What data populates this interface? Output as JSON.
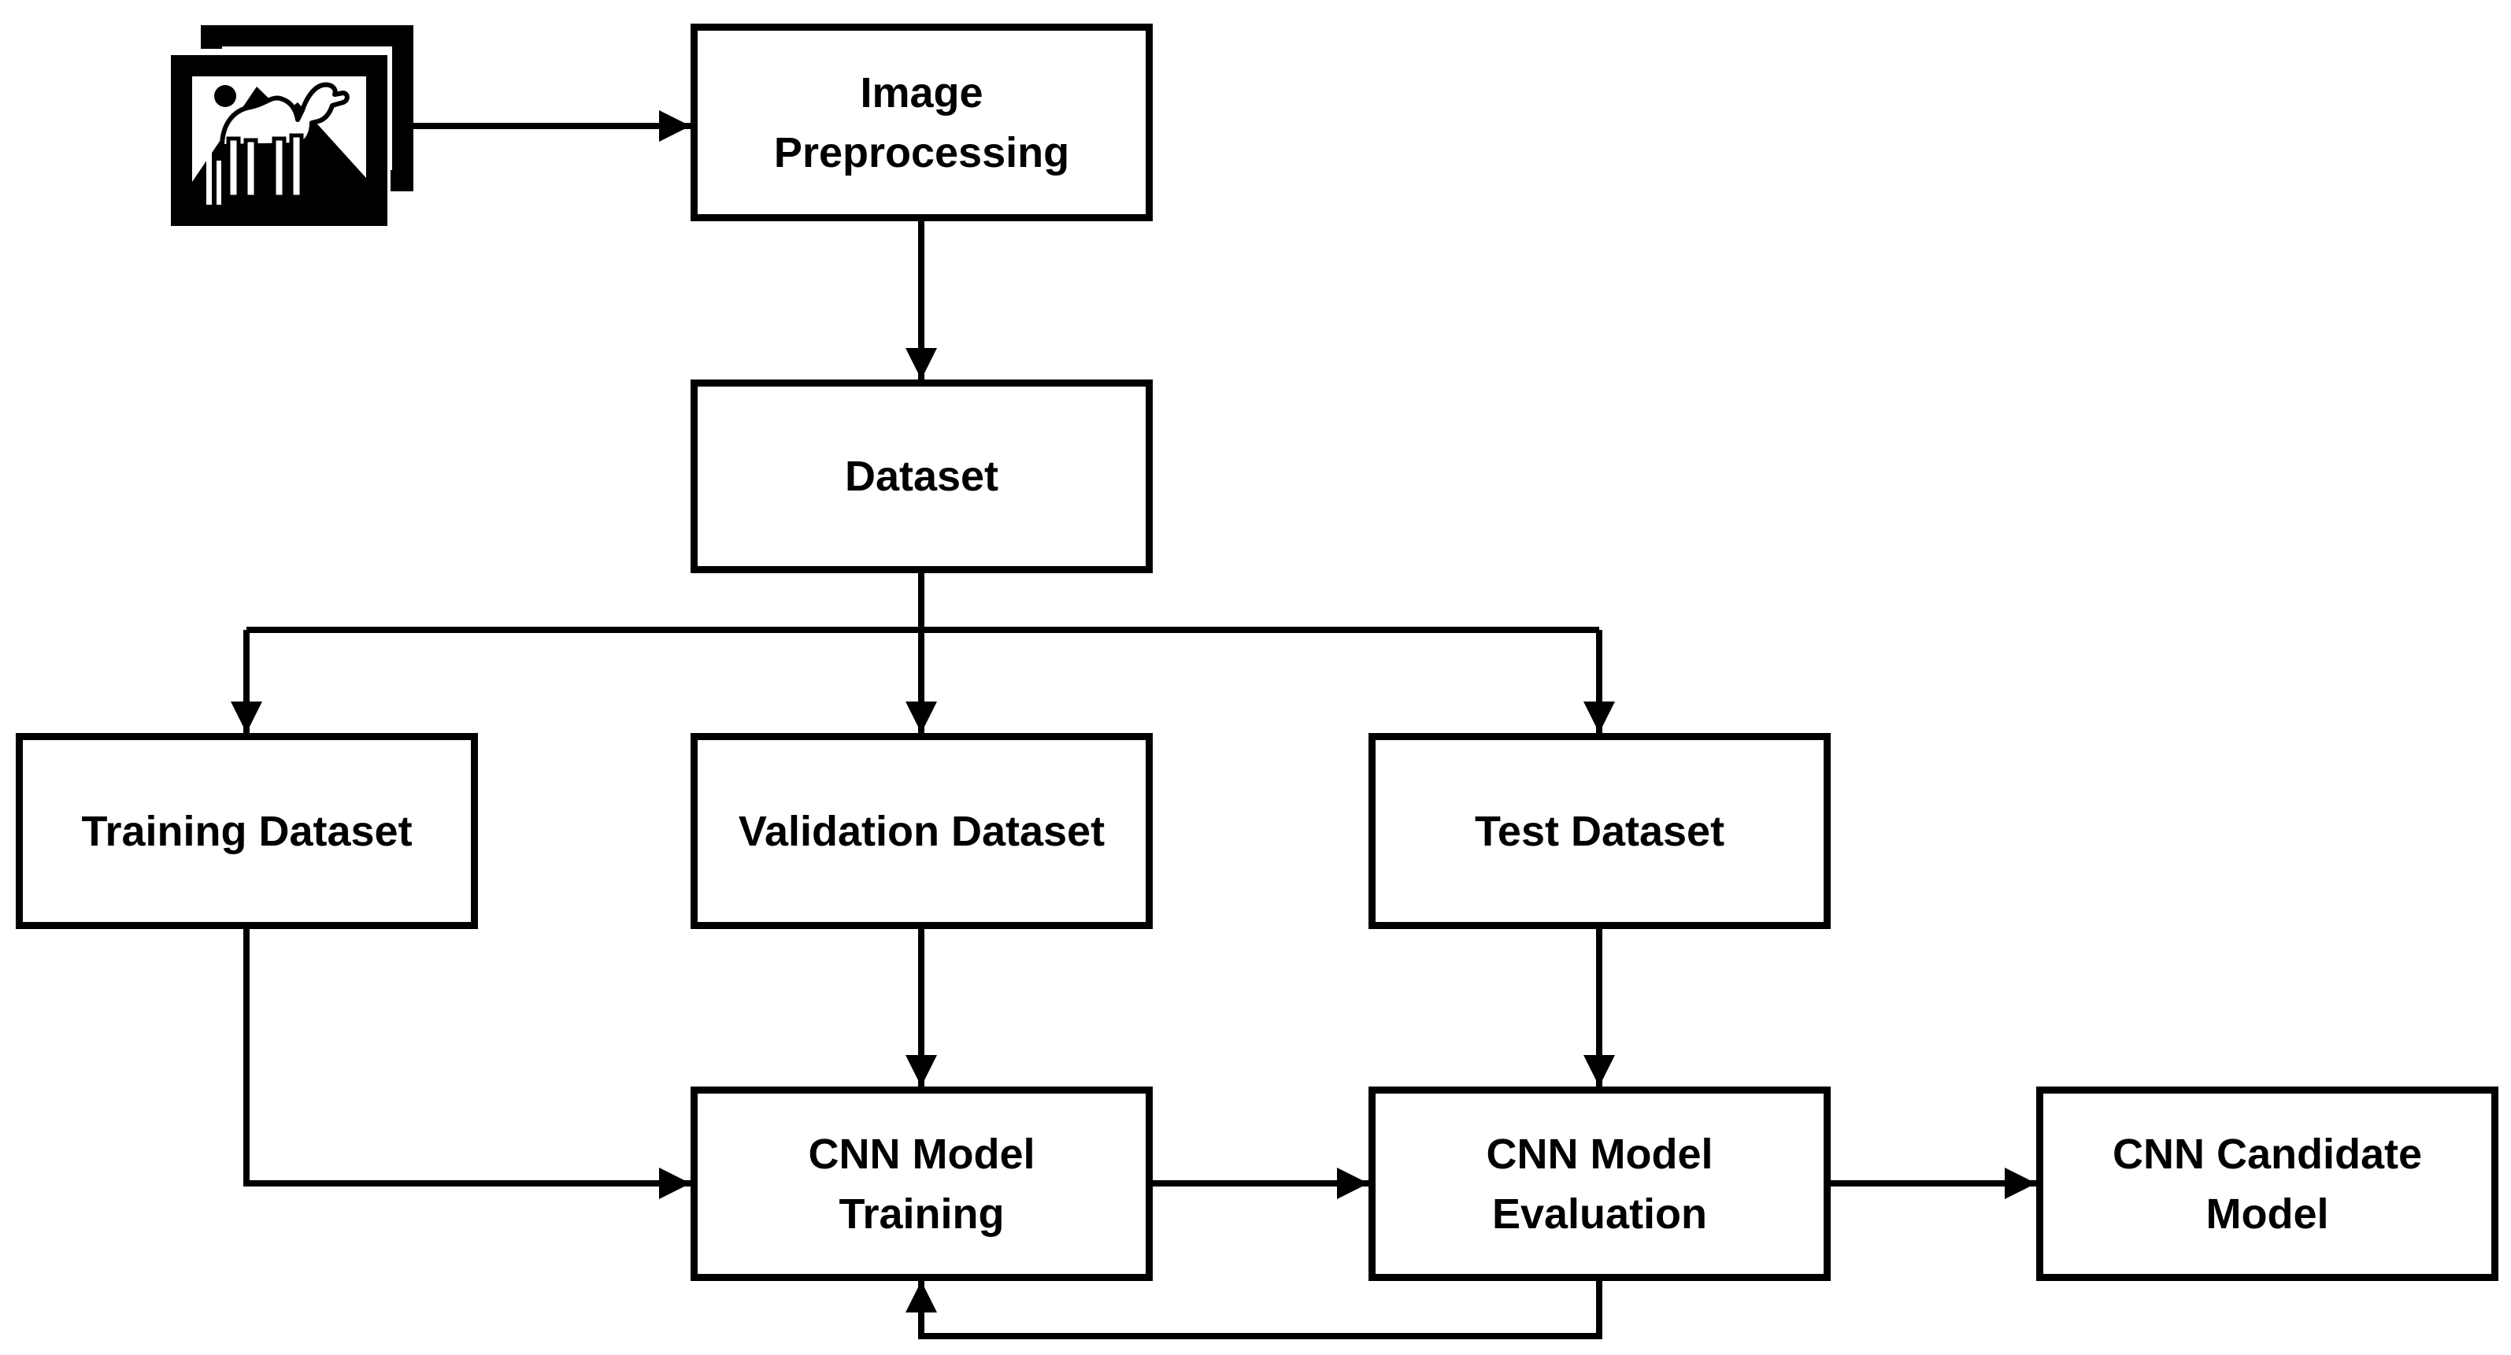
{
  "diagram": {
    "background_color": "#ffffff",
    "line_color": "#000000",
    "box_fill_color": "#ffffff",
    "text_color": "#000000",
    "icon": {
      "name": "stacked-images-icon",
      "depicts": "two stacked photo frames containing a camel in front of mountains and a sun"
    },
    "nodes": {
      "image_preprocessing": {
        "label": "Image Preprocessing",
        "lines": [
          "Image",
          "Preprocessing"
        ]
      },
      "dataset": {
        "label": "Dataset",
        "lines": [
          "Dataset"
        ]
      },
      "training_dataset": {
        "label": "Training Dataset",
        "lines": [
          "Training Dataset"
        ]
      },
      "validation_dataset": {
        "label": "Validation Dataset",
        "lines": [
          "Validation Dataset"
        ]
      },
      "test_dataset": {
        "label": "Test Dataset",
        "lines": [
          "Test Dataset"
        ]
      },
      "cnn_model_training": {
        "label": "CNN Model Training",
        "lines": [
          "CNN Model",
          "Training"
        ]
      },
      "cnn_model_evaluation": {
        "label": "CNN Model Evaluation",
        "lines": [
          "CNN Model",
          "Evaluation"
        ]
      },
      "cnn_candidate_model": {
        "label": "CNN Candidate Model",
        "lines": [
          "CNN Candidate",
          "Model"
        ]
      }
    },
    "edges": [
      {
        "from": "images-icon",
        "to": "image_preprocessing"
      },
      {
        "from": "image_preprocessing",
        "to": "dataset"
      },
      {
        "from": "dataset",
        "to": "training_dataset"
      },
      {
        "from": "dataset",
        "to": "validation_dataset"
      },
      {
        "from": "dataset",
        "to": "test_dataset"
      },
      {
        "from": "training_dataset",
        "to": "cnn_model_training"
      },
      {
        "from": "validation_dataset",
        "to": "cnn_model_training"
      },
      {
        "from": "test_dataset",
        "to": "cnn_model_evaluation"
      },
      {
        "from": "cnn_model_training",
        "to": "cnn_model_evaluation"
      },
      {
        "from": "cnn_model_evaluation",
        "to": "cnn_candidate_model"
      },
      {
        "from": "cnn_model_evaluation",
        "to": "cnn_model_training",
        "type": "feedback-loop"
      }
    ]
  }
}
